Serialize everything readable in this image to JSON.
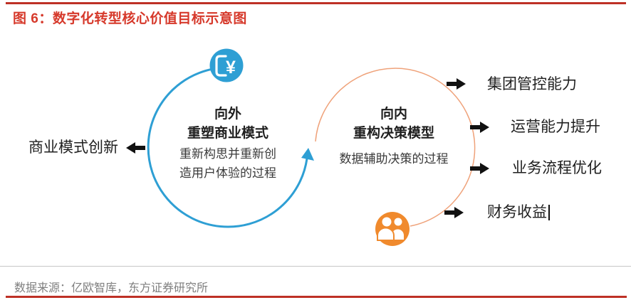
{
  "figure": {
    "title": "图 6：数字化转型核心价值目标示意图",
    "source": "数据来源：亿欧智库，东方证券研究所"
  },
  "outer_cycle": {
    "icon": "mobile-payment-icon",
    "icon_symbol": "¥",
    "heading1": "向外",
    "heading2": "重塑商业模式",
    "desc1": "重新构思并重新创",
    "desc2": "造用户体验的过程",
    "outcome": "商业模式创新"
  },
  "inner_cycle": {
    "icon": "users-icon",
    "heading1": "向内",
    "heading2": "重构决策模型",
    "desc": "数据辅助决策的过程",
    "outcomes": [
      "集团管控能力",
      "运营能力提升",
      "业务流程优化",
      "财务收益"
    ]
  },
  "colors": {
    "title_red": "#D6392B",
    "rule_red": "#BE3126",
    "cycle_blue": "#2E9FD4",
    "cycle_orange": "#EFA27A",
    "icon_orange": "#F08A2D",
    "arrow_black": "#111111",
    "label_dark": "#1F1F1F",
    "source_gray": "#7F7F7F"
  }
}
